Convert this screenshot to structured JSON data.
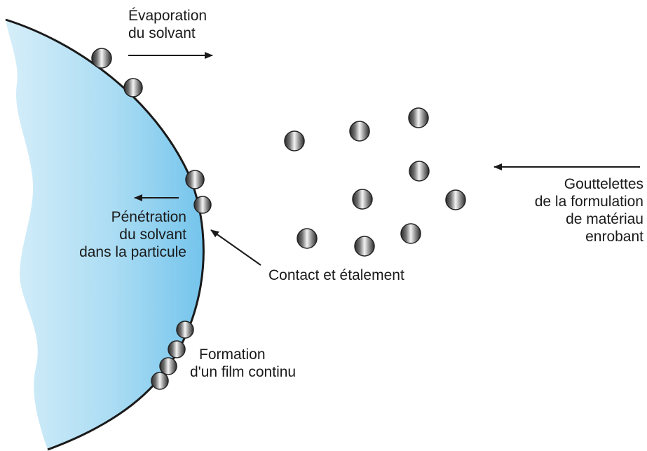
{
  "labels": {
    "evaporation": [
      "Évaporation",
      "du solvant"
    ],
    "penetration": [
      "Pénétration",
      "du solvant",
      "dans la particule"
    ],
    "contact": "Contact et étalement",
    "droplets": [
      "Gouttelettes",
      "de la formulation",
      "de matériau",
      "enrobant"
    ],
    "film": [
      "Formation",
      "d'un film continu"
    ]
  },
  "colors": {
    "particle_light": "#d6eef9",
    "particle_mid": "#a9daf2",
    "particle_dark": "#74c4ec",
    "outline": "#1a1a1a",
    "droplet_light": "#f4f4f4",
    "droplet_dark": "#444444"
  }
}
